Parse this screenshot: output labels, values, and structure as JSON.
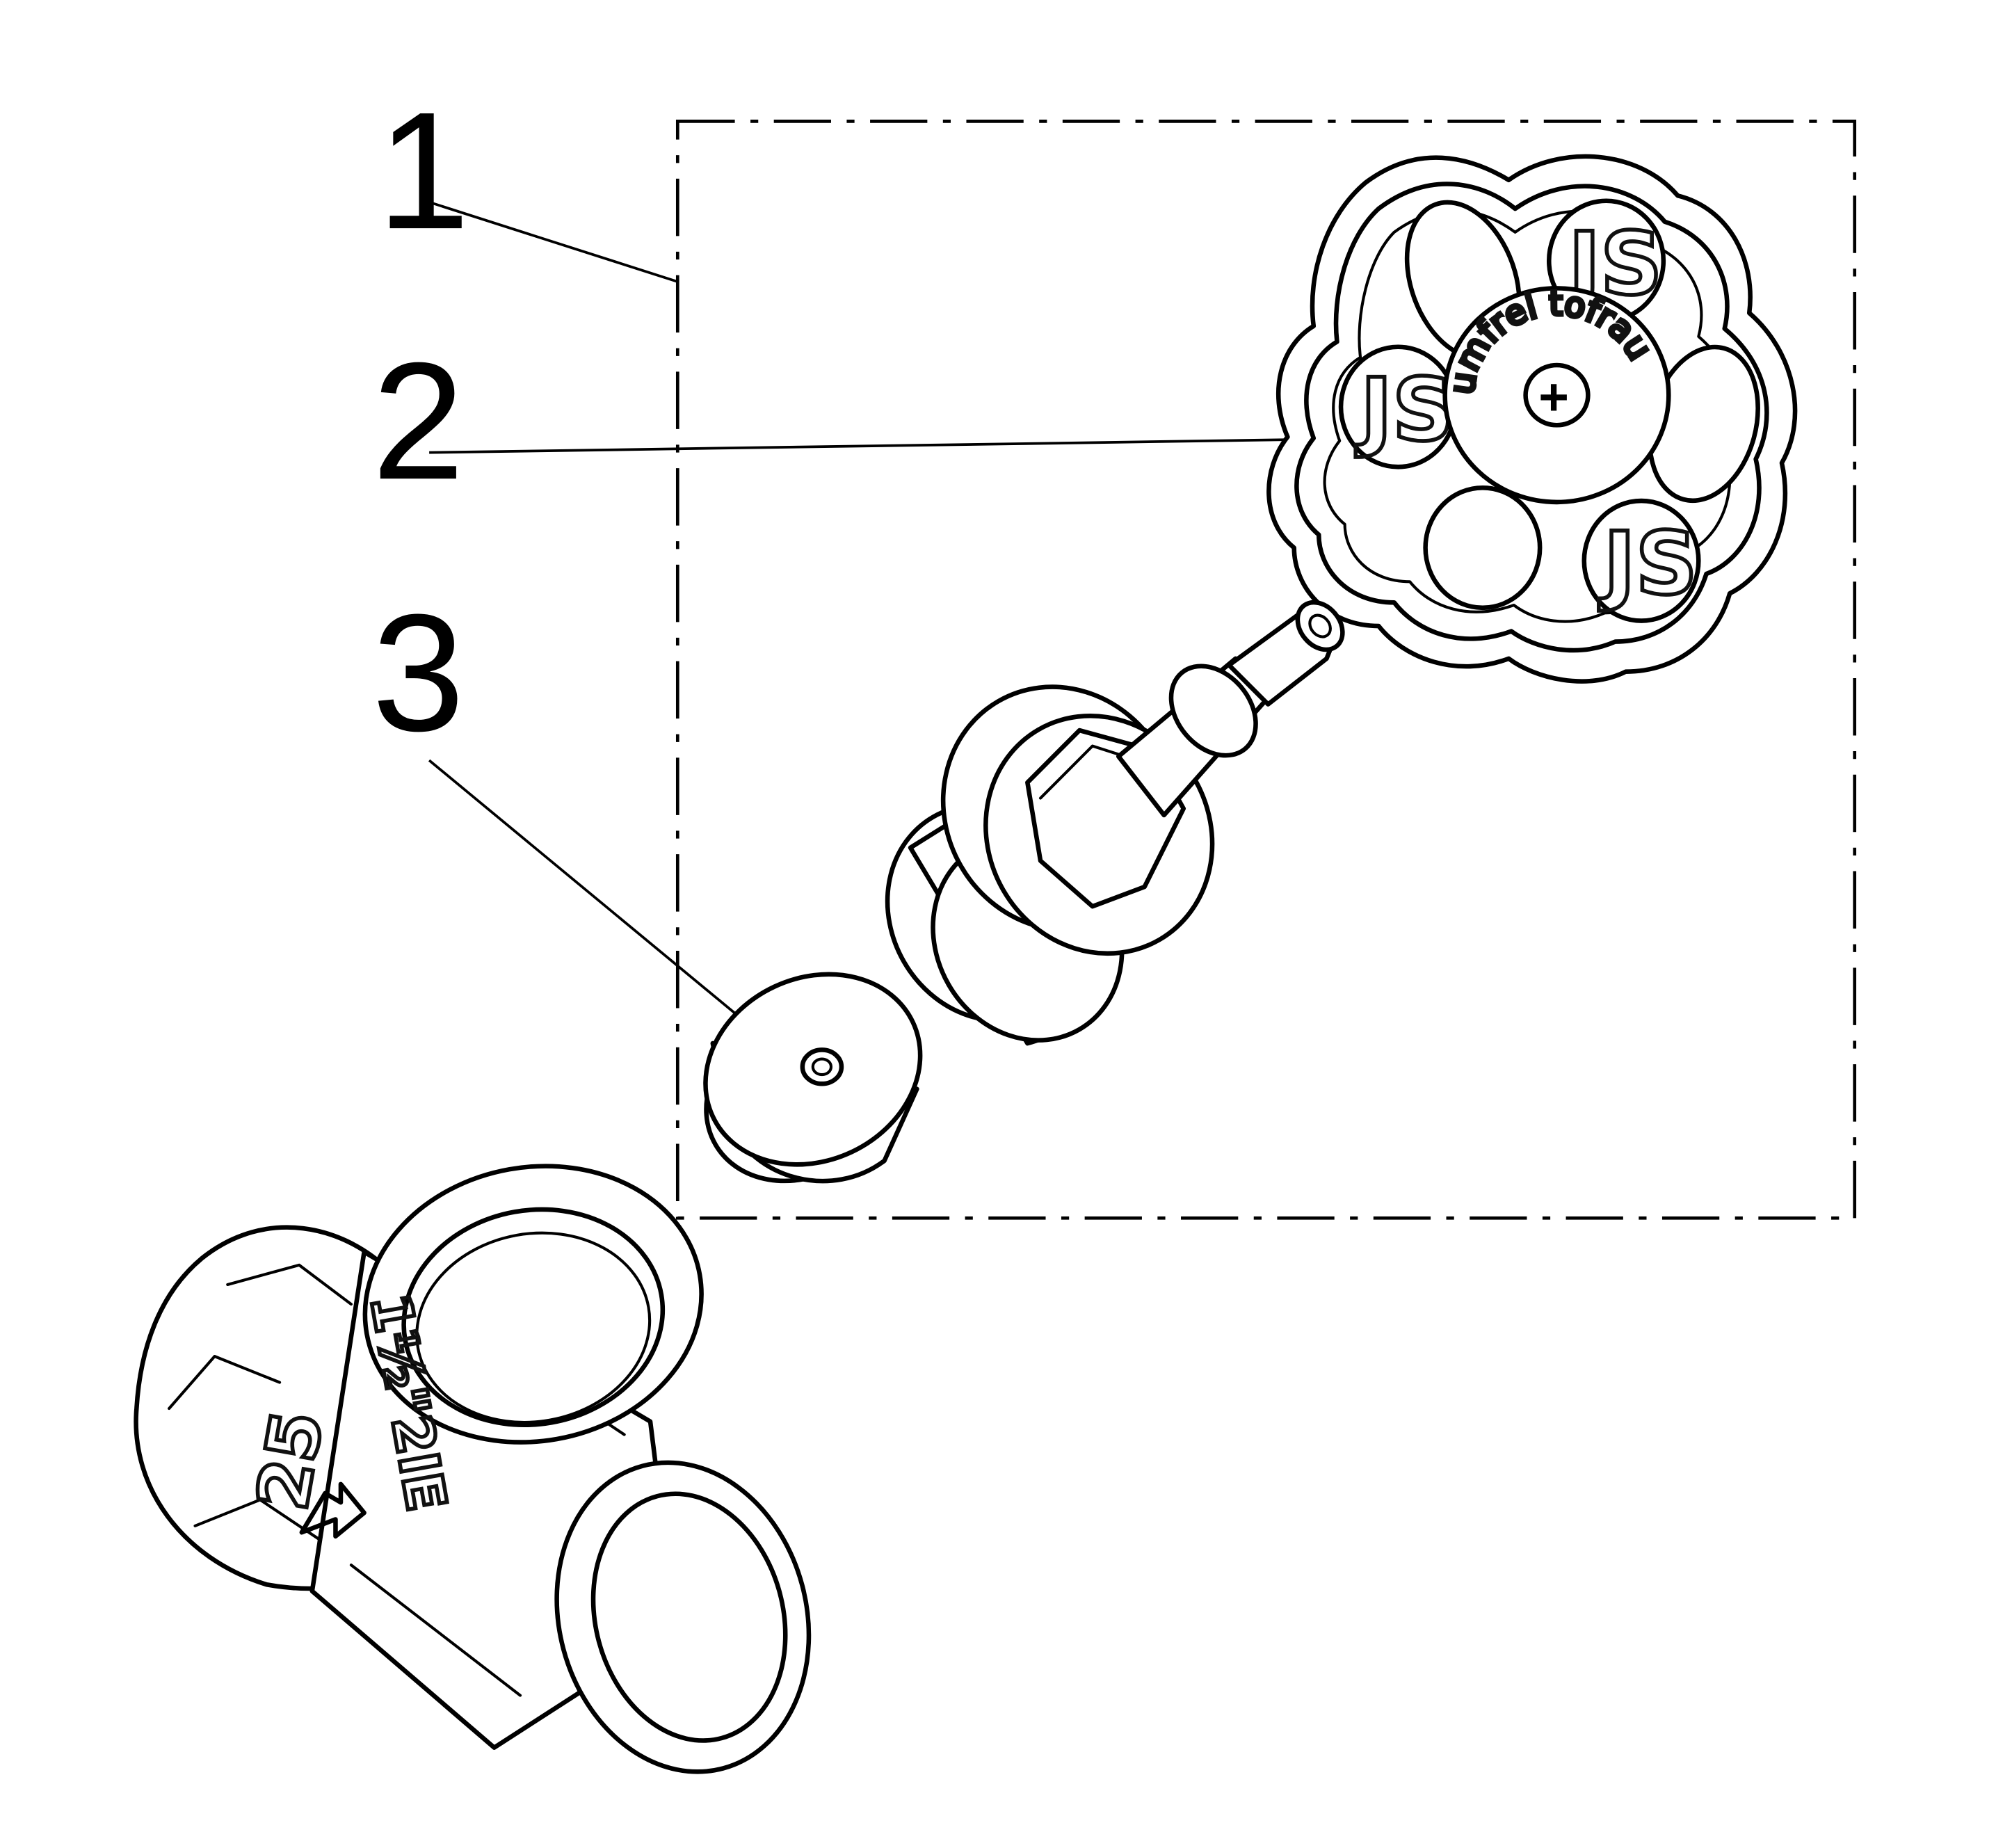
{
  "callouts": [
    {
      "number": "1"
    },
    {
      "number": "2"
    },
    {
      "number": "3"
    }
  ],
  "handwheel": {
    "cap_text": "umfrei tofrau",
    "cap_symbol": "+",
    "logo_text": "JS"
  },
  "body": {
    "marking_size": "25",
    "marking_code": "1½\"2IE"
  },
  "icons": {
    "flow_direction": "arrow-icon",
    "callout_leader": "leader-line"
  },
  "colors": {
    "line": "#000000",
    "background": "#ffffff"
  }
}
